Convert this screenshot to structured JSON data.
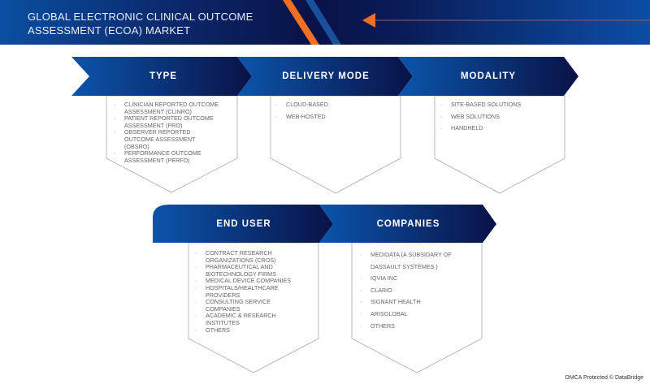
{
  "header": {
    "title_line1": "GLOBAL ELECTRONIC CLINICAL OUTCOME",
    "title_line2": "ASSESSMENT (ECOA) MARKET"
  },
  "colors": {
    "accent": "#f07023",
    "navy": "#0a1247",
    "blue": "#0b4fa3"
  },
  "segments": [
    {
      "label": "TYPE",
      "items": [
        "CLINICIAN REPORTED OUTCOME ASSESSMENT (CLINRO)",
        "PATIENT REPORTED OUTCOME ASSESSMENT (PRO)",
        "OBSERVER REPORTED OUTCOME ASSESSMENT (OBSRO)",
        "PERFORMANCE OUTCOME ASSESSMENT (PERFO)"
      ]
    },
    {
      "label": "DELIVERY MODE",
      "items": [
        "CLOUD-BASED",
        "WEB-HOSTED"
      ]
    },
    {
      "label": "MODALITY",
      "items": [
        "SITE-BASED SOLUTIONS",
        "WEB SOLUTIONS",
        "HANDHELD"
      ]
    },
    {
      "label": "END USER",
      "items": [
        "CONTRACT RESEARCH ORGANIZATIONS (CROS)",
        "PHARMACEUTICAL AND BIOTECHNOLOGY FIRMS",
        "MEDICAL DEVICE COMPANIES",
        "HOSPITALS/HEALTHCARE PROVIDERS",
        "CONSULTING SERVICE COMPANIES",
        "ACADEMIC & RESEARCH INSTITUTES",
        "OTHERS"
      ]
    },
    {
      "label": "COMPANIES",
      "items": [
        "MEDIDATA (A SUBSIDARY OF DASSAULT SYSTÈMES )",
        "IQVIA INC",
        "CLARIO",
        "SIGNANT HEALTH",
        "ARISGLOBAL",
        "OTHERS"
      ]
    }
  ],
  "footer": "DMCA Protected © DataBridge"
}
